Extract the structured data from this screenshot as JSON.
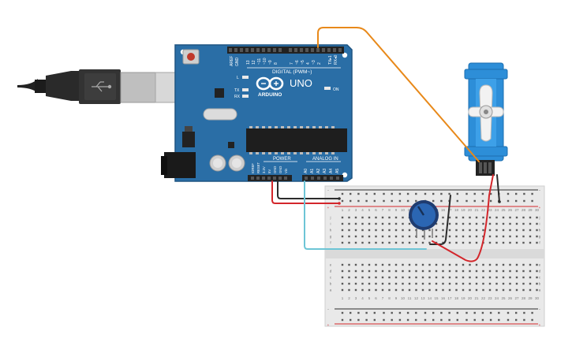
{
  "board": {
    "name": "UNO",
    "brand": "ARDUINO",
    "digital_header": "DIGITAL (PWM~)",
    "power_label": "POWER",
    "analog_label": "ANALOG IN",
    "on_label": "ON",
    "l_label": "L",
    "tx_label": "TX",
    "rx_label": "RX",
    "aref": "AREF",
    "gnd": "GND",
    "digital_pins": [
      "13",
      "12",
      "~11",
      "~10",
      "~9",
      "8",
      "7",
      "~6",
      "~5",
      "4",
      "~3",
      "2",
      "TX▸1",
      "RX◂0"
    ],
    "power_pins": [
      "IOREF",
      "RESET",
      "3.3V",
      "5V",
      "GND",
      "GND",
      "Vin"
    ],
    "analog_pins": [
      "A0",
      "A1",
      "A2",
      "A3",
      "A4",
      "A5"
    ]
  },
  "breadboard": {
    "columns": [
      "1",
      "2",
      "3",
      "4",
      "5",
      "6",
      "7",
      "8",
      "9",
      "10",
      "11",
      "12",
      "13",
      "14",
      "15",
      "16",
      "17",
      "18",
      "19",
      "20",
      "21",
      "22",
      "23",
      "24",
      "25",
      "26",
      "27",
      "28",
      "29",
      "30"
    ],
    "rows_top": [
      "j",
      "i",
      "h",
      "g",
      "f"
    ],
    "rows_bottom": [
      "e",
      "d",
      "c",
      "b",
      "a"
    ]
  },
  "colors": {
    "board": "#2a6ea6",
    "board_dark": "#1f5582",
    "wire_signal": "#e8891a",
    "wire_power": "#d3262b",
    "wire_ground": "#2b2b2b",
    "wire_analog": "#6dc5d6",
    "servo": "#2d8ed8",
    "pot": "#2b66b3"
  }
}
